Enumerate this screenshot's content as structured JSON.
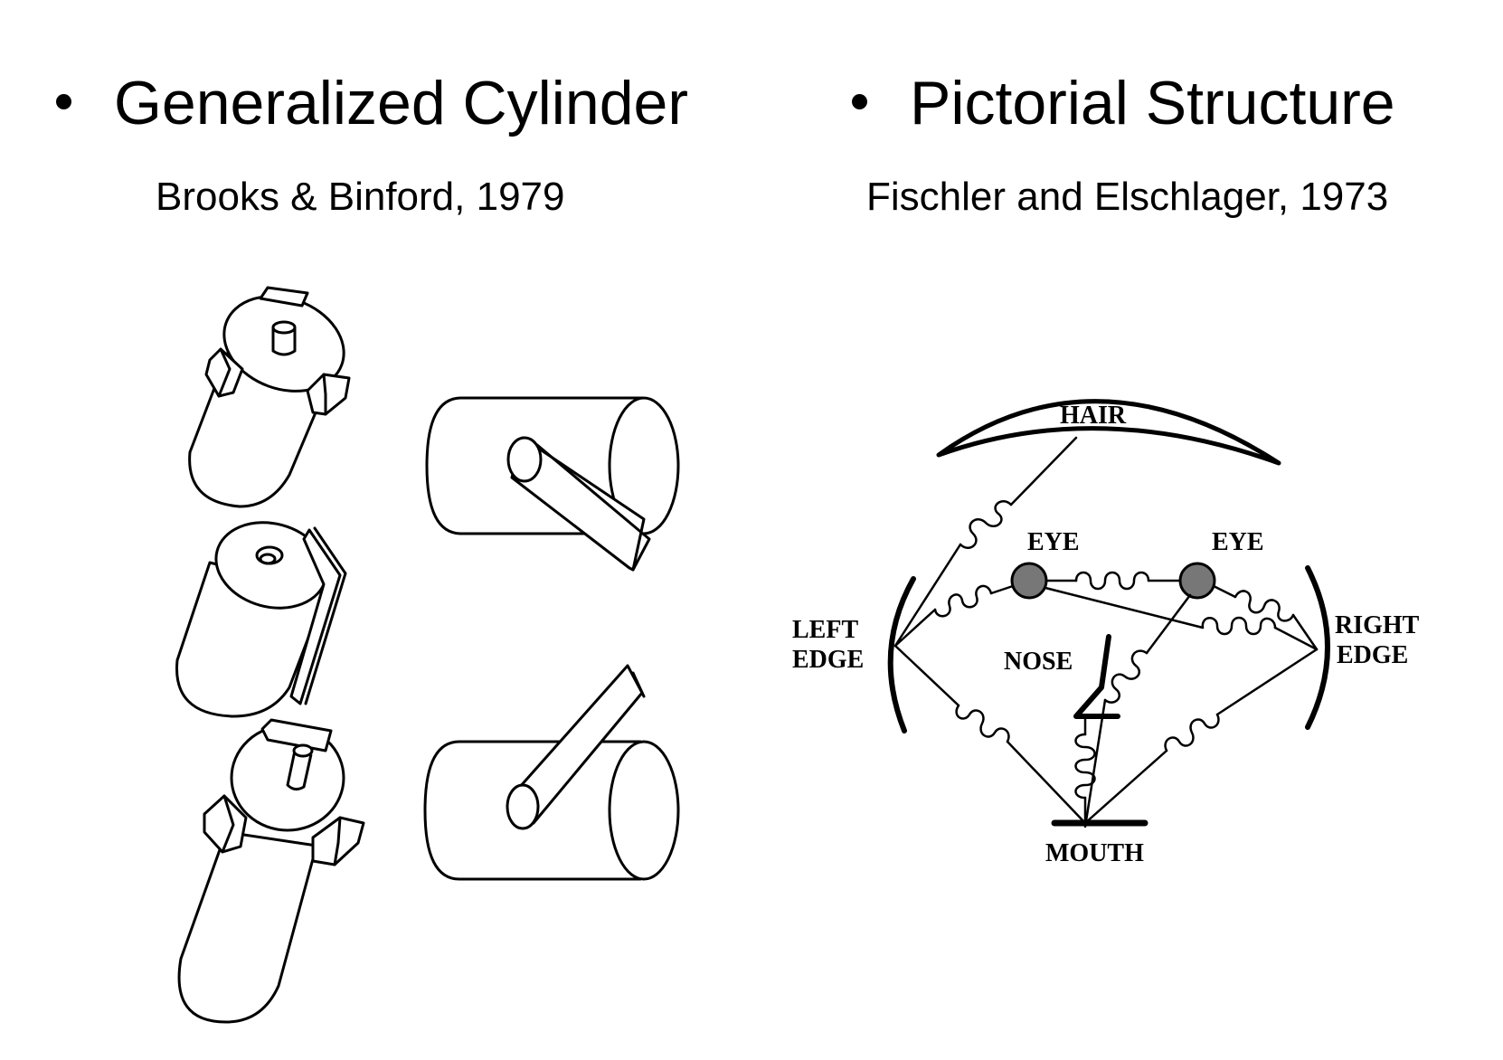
{
  "left": {
    "heading": "Generalized Cylinder",
    "citation": "Brooks & Binford, 1979"
  },
  "right": {
    "heading": "Pictorial Structure",
    "citation": "Fischler and Elschlager, 1973",
    "diagram": {
      "hair": "HAIR",
      "eye_left": "EYE",
      "eye_right": "EYE",
      "left_edge_line1": "LEFT",
      "left_edge_line2": "EDGE",
      "right_edge_line1": "RIGHT",
      "right_edge_line2": "EDGE",
      "nose": "NOSE",
      "mouth": "MOUTH"
    }
  }
}
